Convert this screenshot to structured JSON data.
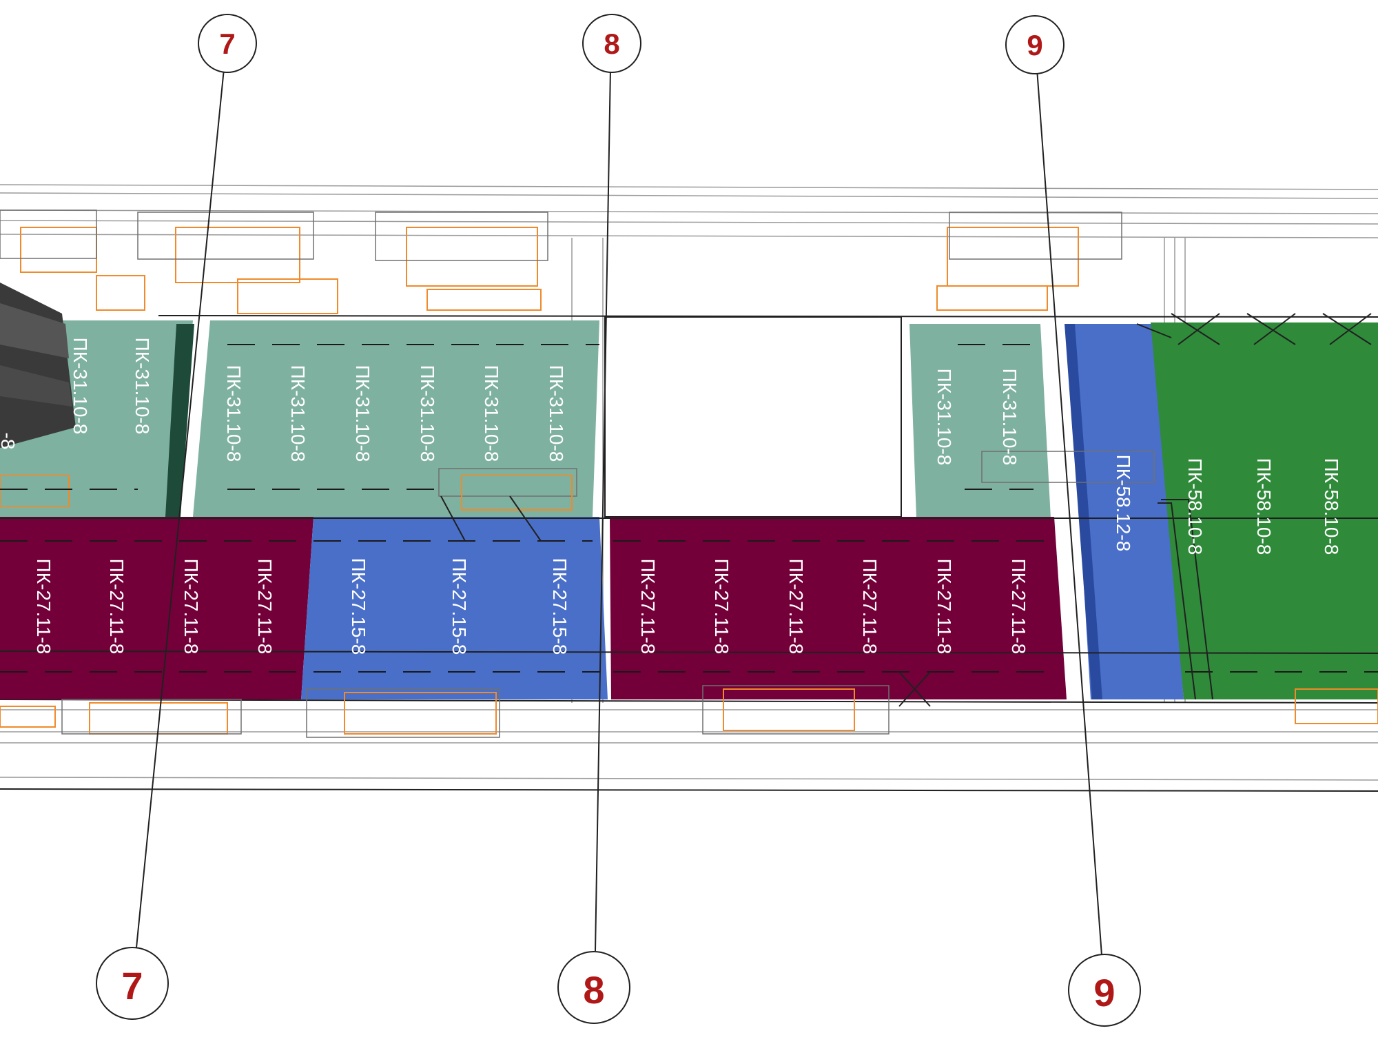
{
  "axes": {
    "top": [
      "7",
      "8",
      "9"
    ],
    "bottom": [
      "7",
      "8",
      "9"
    ]
  },
  "colors": {
    "slab_light": "#7fb1a0",
    "slab_dark": "#74003a",
    "slab_blue": "#4a6fc8",
    "slab_green": "#2f8a3a",
    "axis_text": "#b01818",
    "window": "#f08a2a",
    "wire": "#8a8a8a",
    "frame": "#202020"
  },
  "panels": {
    "row_top_left": [
      "ПК-31.10-8",
      "ПК-31.10-8",
      "-8"
    ],
    "row_top_mid": [
      "ПК-31.10-8",
      "ПК-31.10-8",
      "ПК-31.10-8",
      "ПК-31.10-8",
      "ПК-31.10-8",
      "ПК-31.10-8"
    ],
    "row_top_right": [
      "ПК-31.10-8",
      "ПК-31.10-8"
    ],
    "row_bottom_left": [
      "ПК-27.11-8",
      "ПК-27.11-8",
      "ПК-27.11-8",
      "ПК-27.11-8"
    ],
    "row_bottom_blue": [
      "ПК-27.15-8",
      "ПК-27.15-8",
      "ПК-27.15-8"
    ],
    "row_bottom_right": [
      "ПК-27.11-8",
      "ПК-27.11-8",
      "ПК-27.11-8",
      "ПК-27.11-8",
      "ПК-27.11-8",
      "ПК-27.11-8"
    ],
    "blue_strip": [
      "ПК-58.12-8"
    ],
    "green_block": [
      "ПК-58.10-8",
      "ПК-58.10-8",
      "ПК-58.10-8"
    ]
  }
}
